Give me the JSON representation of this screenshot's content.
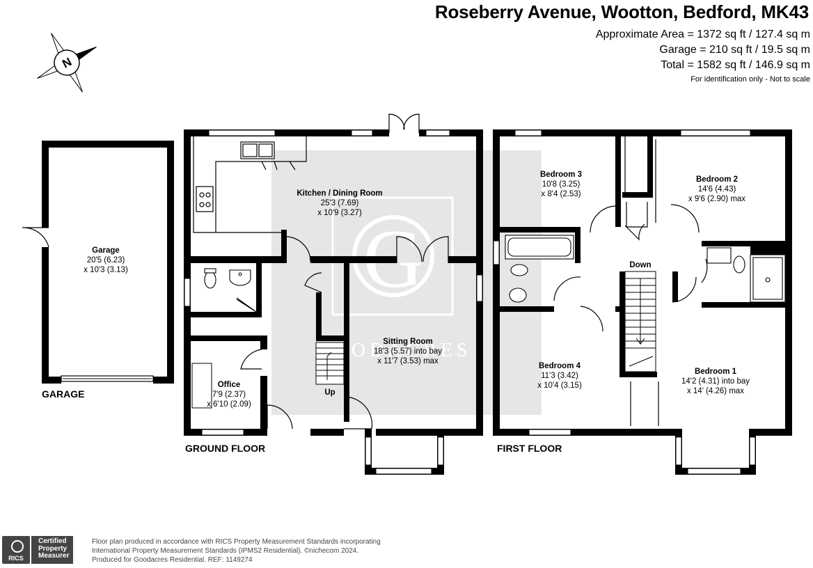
{
  "header": {
    "title": "Roseberry Avenue, Wootton, Bedford, MK43",
    "area_line1": "Approximate Area = 1372 sq ft / 127.4 sq m",
    "area_line2": "Garage = 210 sq ft / 19.5 sq m",
    "area_line3": "Total = 1582 sq ft / 146.9 sq m",
    "identification": "For identification only - Not to scale"
  },
  "compass": {
    "letter": "N",
    "icon": "compass-rose-icon"
  },
  "watermark": {
    "letter": "G",
    "text": "GOODACRES"
  },
  "floors": {
    "garage": "GARAGE",
    "ground": "GROUND FLOOR",
    "first": "FIRST FLOOR"
  },
  "rooms": {
    "garage": {
      "name": "Garage",
      "dim1": "20'5 (6.23)",
      "dim2": "x 10'3 (3.13)"
    },
    "kitchen": {
      "name": "Kitchen / Dining Room",
      "dim1": "25'3 (7.69)",
      "dim2": "x 10'9 (3.27)"
    },
    "sitting": {
      "name": "Sitting Room",
      "dim1": "18'3 (5.57) into bay",
      "dim2": "x 11'7 (3.53) max"
    },
    "office": {
      "name": "Office",
      "dim1": "7'9 (2.37)",
      "dim2": "x 6'10 (2.09)"
    },
    "bedroom3": {
      "name": "Bedroom 3",
      "dim1": "10'8 (3.25)",
      "dim2": "x 8'4 (2.53)"
    },
    "bedroom2": {
      "name": "Bedroom 2",
      "dim1": "14'6 (4.43)",
      "dim2": "x 9'6 (2.90) max"
    },
    "bedroom4": {
      "name": "Bedroom 4",
      "dim1": "11'3 (3.42)",
      "dim2": "x 10'4 (3.15)"
    },
    "bedroom1": {
      "name": "Bedroom 1",
      "dim1": "14'2 (4.31) into bay",
      "dim2": "x 14' (4.26) max"
    }
  },
  "stairs": {
    "up": "Up",
    "down": "Down"
  },
  "footer": {
    "line1": "Floor plan produced in accordance with RICS Property Measurement Standards incorporating",
    "line2": "International Property Measurement Standards (IPMS2 Residential).  ©nichecom 2024.",
    "line3": "Produced for Goodacres Residential.   REF:  1149274",
    "badge_left": "RICS",
    "badge_l1": "Certified",
    "badge_l2": "Property",
    "badge_l3": "Measurer"
  },
  "colors": {
    "wall": "#000000",
    "watermark_bg": "#e6e6e6",
    "footer_text": "#444444"
  }
}
